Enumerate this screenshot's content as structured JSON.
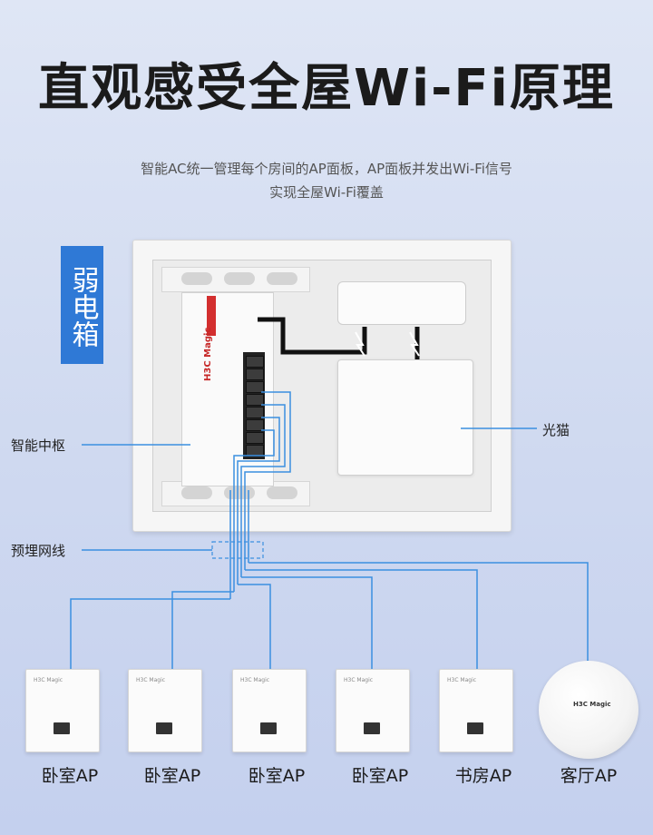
{
  "title": "直观感受全屋Wi-Fi原理",
  "subtitle_line1": "智能AC统一管理每个房间的AP面板，AP面板并发出Wi-Fi信号",
  "subtitle_line2": "实现全屋Wi-Fi覆盖",
  "enclosure_label": "弱电箱",
  "callouts": {
    "hub": "智能中枢",
    "modem": "光猫",
    "cable": "预埋网线"
  },
  "hub_brand": "H3C Magic",
  "colors": {
    "accent_blue": "#2f79d6",
    "line_blue": "#3b8fe0",
    "brand_red": "#d32f2f"
  },
  "access_points": [
    {
      "label": "卧室AP",
      "type": "panel",
      "brand": "H3C Magic"
    },
    {
      "label": "卧室AP",
      "type": "panel",
      "brand": "H3C Magic"
    },
    {
      "label": "卧室AP",
      "type": "panel",
      "brand": "H3C Magic"
    },
    {
      "label": "卧室AP",
      "type": "panel",
      "brand": "H3C Magic"
    },
    {
      "label": "书房AP",
      "type": "panel",
      "brand": "H3C Magic"
    },
    {
      "label": "客厅AP",
      "type": "ceiling",
      "brand": "H3C Magic"
    }
  ]
}
